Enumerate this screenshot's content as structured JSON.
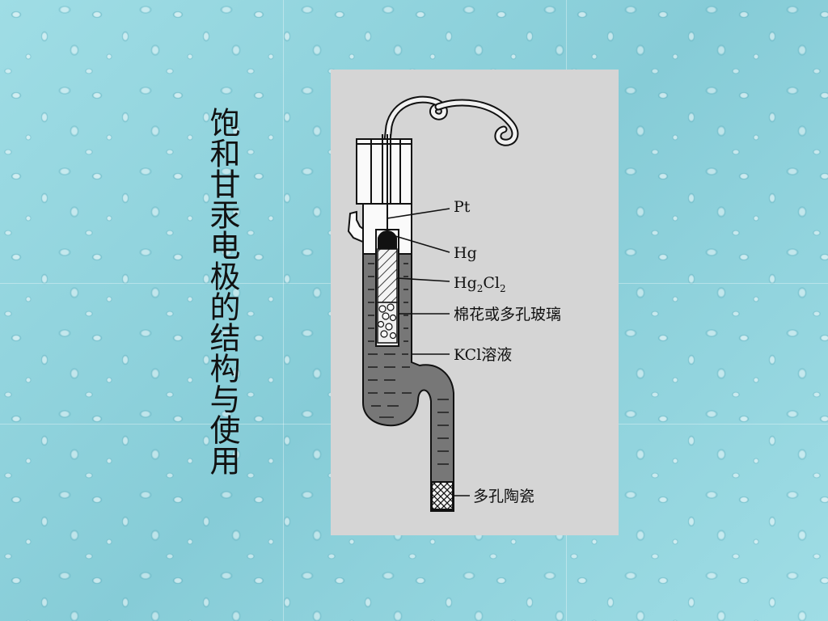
{
  "slide": {
    "title": "饱和甘汞电极的结构与使用"
  },
  "diagram": {
    "labels": {
      "pt": "Pt",
      "hg": "Hg",
      "hg2cl2_main": "Hg",
      "hg2cl2_sub1": "2",
      "hg2cl2_cl": "Cl",
      "hg2cl2_sub2": "2",
      "cotton": "棉花或多孔玻璃",
      "kcl": "KCl溶液",
      "ceramic": "多孔陶瓷"
    }
  },
  "colors": {
    "background": "#8fd3dc",
    "panel": "#d5d5d5",
    "solution": "#777777",
    "ink": "#111111"
  }
}
